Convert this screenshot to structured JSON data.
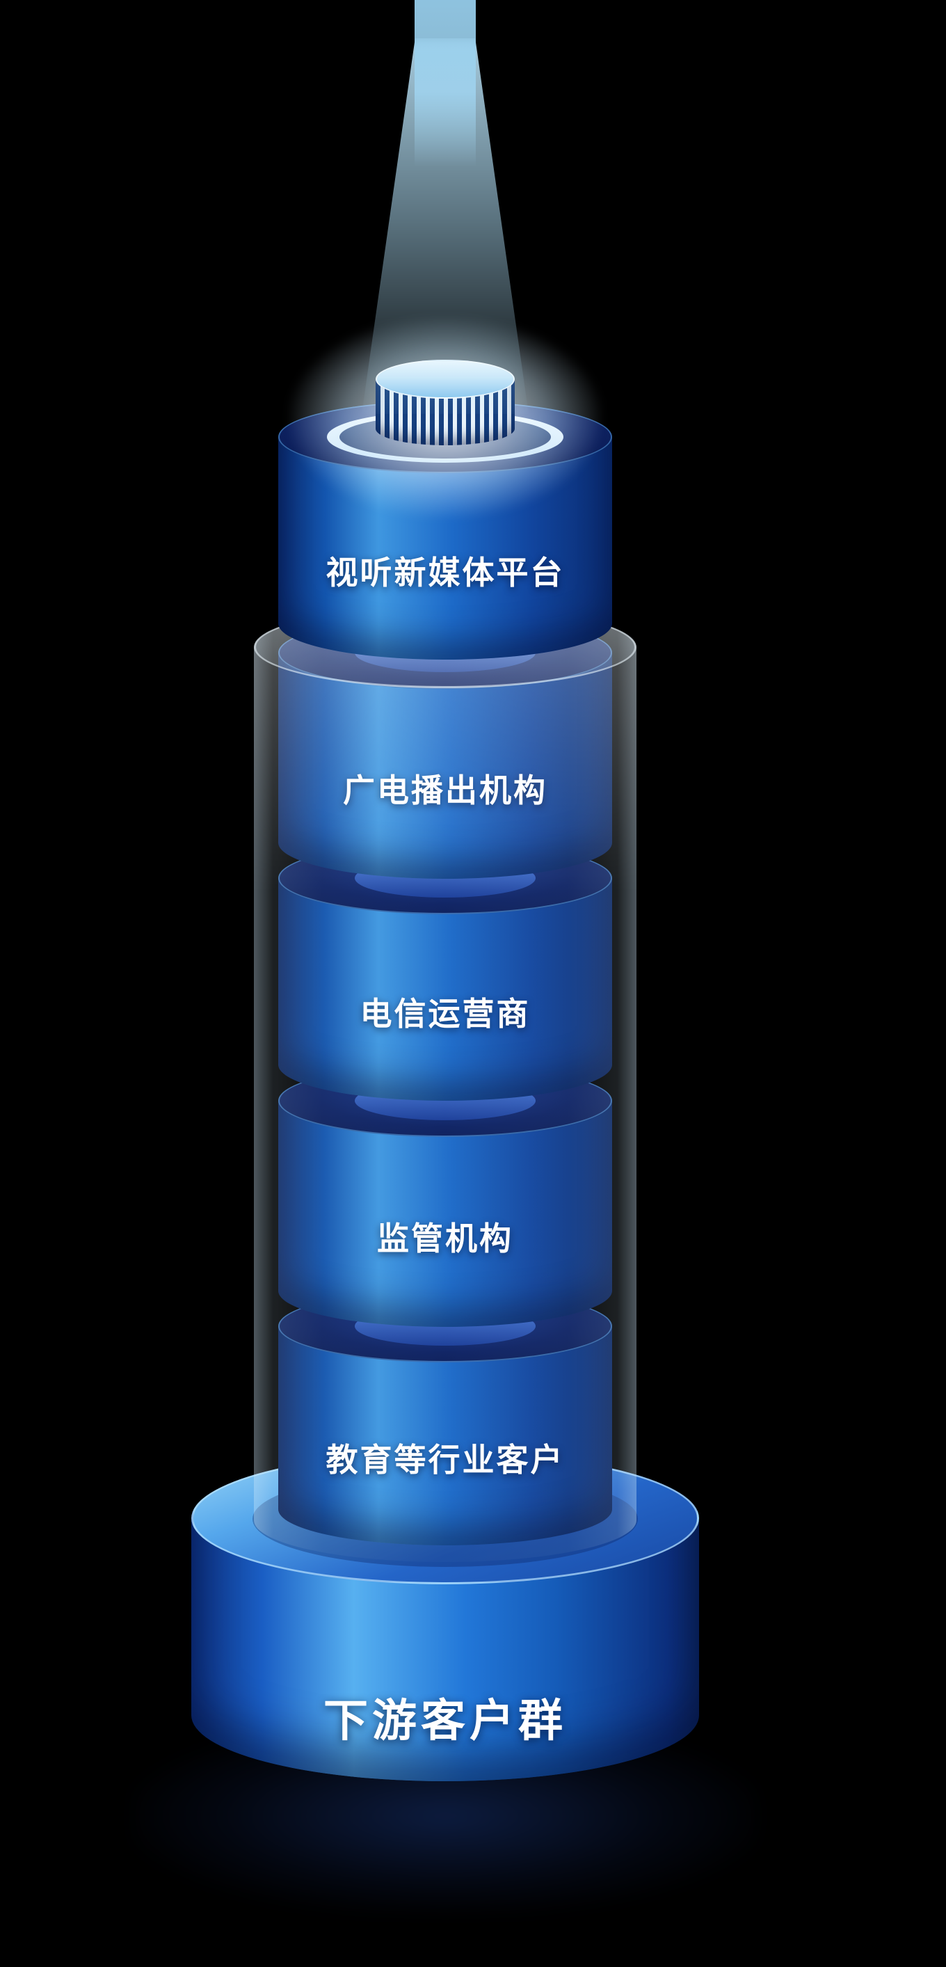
{
  "diagram": {
    "type": "stacked-cylinder-tower",
    "background": "#000000",
    "beam_color": "#aadcf2",
    "layers": [
      {
        "label": "视听新媒体平台"
      },
      {
        "label": "广电播出机构"
      },
      {
        "label": "电信运营商"
      },
      {
        "label": "监管机构"
      },
      {
        "label": "教育等行业客户"
      }
    ],
    "base": {
      "label": "下游客户群"
    },
    "palette": {
      "cylinder_highlight": "#3f97e0",
      "cylinder_mid": "#1d6ac8",
      "cylinder_dark": "#0a2a6e",
      "top_face": "#0e2263",
      "base_highlight": "#57b0f0",
      "glass": "rgba(205,232,250,0.2)",
      "cap_ribs_dark": "#16407f",
      "cap_ribs_light": "#e8f3fb",
      "text": "#ffffff"
    }
  }
}
